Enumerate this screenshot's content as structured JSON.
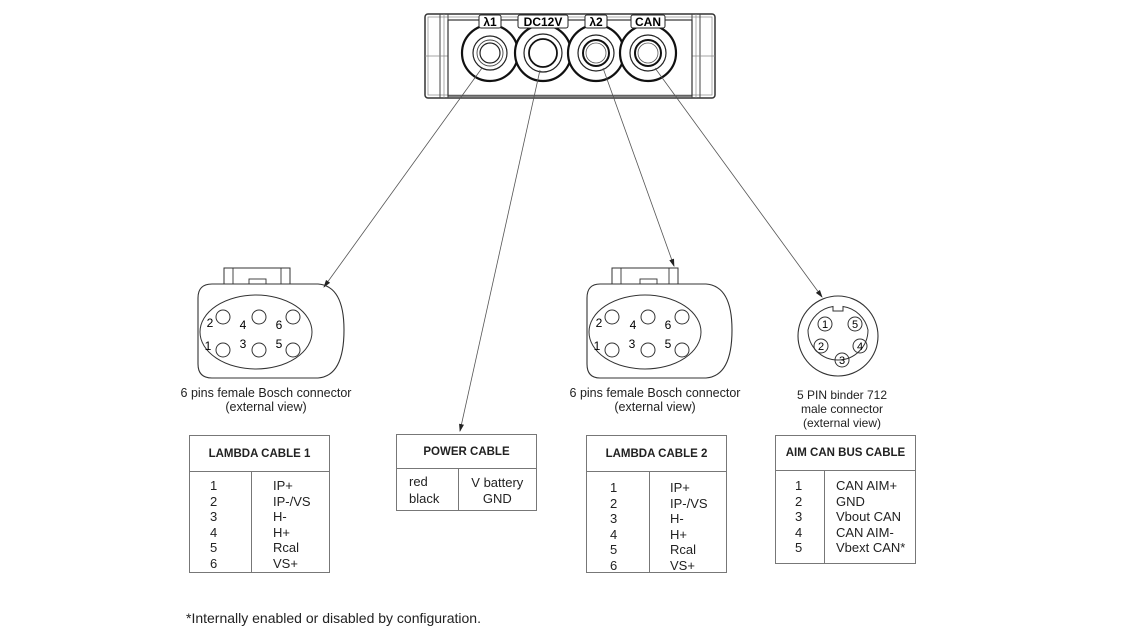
{
  "device": {
    "ports": [
      {
        "id": "lambda1",
        "label": "λ1"
      },
      {
        "id": "dc12v",
        "label": "DC12V"
      },
      {
        "id": "lambda2",
        "label": "λ2"
      },
      {
        "id": "can",
        "label": "CAN"
      }
    ]
  },
  "connectors": {
    "bosch1": {
      "pins": [
        "1",
        "2",
        "3",
        "4",
        "5",
        "6"
      ],
      "caption_line1": "6 pins female Bosch connector",
      "caption_line2": "(external view)"
    },
    "bosch2": {
      "pins": [
        "1",
        "2",
        "3",
        "4",
        "5",
        "6"
      ],
      "caption_line1": "6 pins female Bosch connector",
      "caption_line2": "(external view)"
    },
    "binder": {
      "pins": [
        "1",
        "2",
        "3",
        "4",
        "5"
      ],
      "caption_line1": "5 PIN binder 712",
      "caption_line2": "male connector",
      "caption_line3": "(external view)"
    }
  },
  "tables": {
    "lambda1": {
      "title": "LAMBDA CABLE 1",
      "rows": [
        {
          "pin": "1",
          "signal": "IP+"
        },
        {
          "pin": "2",
          "signal": "IP-/VS"
        },
        {
          "pin": "3",
          "signal": "H-"
        },
        {
          "pin": "4",
          "signal": "H+"
        },
        {
          "pin": "5",
          "signal": "Rcal"
        },
        {
          "pin": "6",
          "signal": "VS+"
        }
      ]
    },
    "power": {
      "title": "POWER CABLE",
      "rows": [
        {
          "wire": "red",
          "signal": "V battery"
        },
        {
          "wire": "black",
          "signal": "GND"
        }
      ]
    },
    "lambda2": {
      "title": "LAMBDA CABLE 2",
      "rows": [
        {
          "pin": "1",
          "signal": "IP+"
        },
        {
          "pin": "2",
          "signal": "IP-/VS"
        },
        {
          "pin": "3",
          "signal": "H-"
        },
        {
          "pin": "4",
          "signal": "H+"
        },
        {
          "pin": "5",
          "signal": "Rcal"
        },
        {
          "pin": "6",
          "signal": "VS+"
        }
      ]
    },
    "can": {
      "title": "AIM CAN BUS CABLE",
      "rows": [
        {
          "pin": "1",
          "signal": "CAN AIM+"
        },
        {
          "pin": "2",
          "signal": "GND"
        },
        {
          "pin": "3",
          "signal": "Vbout CAN"
        },
        {
          "pin": "4",
          "signal": "CAN AIM-"
        },
        {
          "pin": "5",
          "signal": "Vbext CAN*"
        }
      ]
    }
  },
  "footnote": "*Internally enabled or disabled by configuration."
}
